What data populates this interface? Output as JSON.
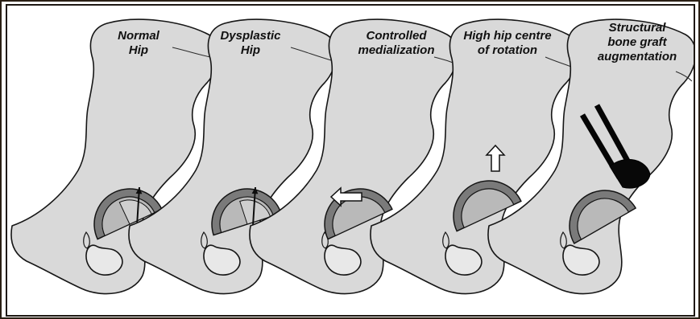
{
  "panels": [
    {
      "id": "normal",
      "label_lines": [
        "Normal",
        "Hip"
      ]
    },
    {
      "id": "dysplastic",
      "label_lines": [
        "Dysplastic",
        "Hip"
      ]
    },
    {
      "id": "medialization",
      "label_lines": [
        "Controlled",
        "medialization"
      ]
    },
    {
      "id": "high-hip",
      "label_lines": [
        "High hip centre",
        "of rotation"
      ]
    },
    {
      "id": "bone-graft",
      "label_lines": [
        "Structural",
        "bone graft",
        "augmentation"
      ]
    }
  ],
  "colors": {
    "bone": "#d9d9d9",
    "cup_shell": "#7a7a7a",
    "cup_liner": "#b9b9b9",
    "outline": "#161616"
  }
}
